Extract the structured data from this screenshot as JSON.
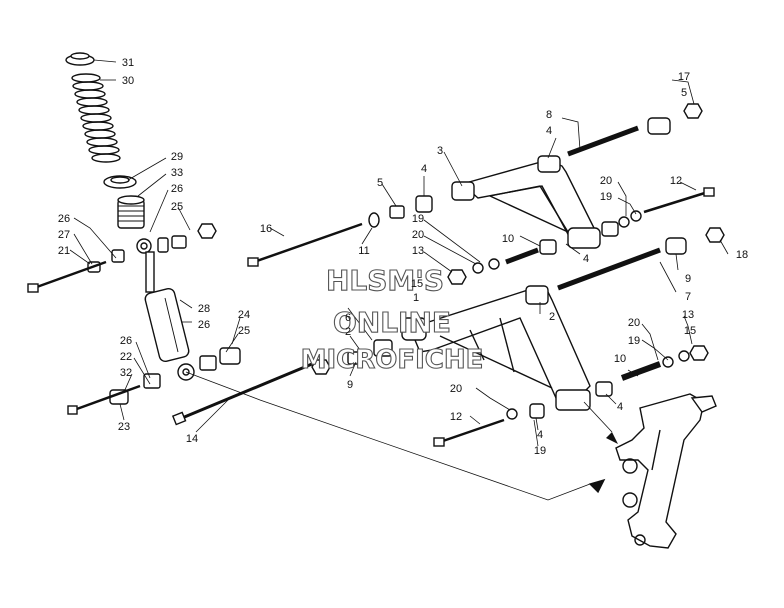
{
  "watermark": {
    "line1": "HLSM'S",
    "line2": "ONLINE",
    "line3": "MICROFICHE"
  },
  "callouts": {
    "c31": "31",
    "c30": "30",
    "c29": "29",
    "c33": "33",
    "c26a": "26",
    "c25a": "25",
    "c26b": "26",
    "c27": "27",
    "c21": "21",
    "c28": "28",
    "c26c": "26",
    "c24": "24",
    "c25b": "25",
    "c26d": "26",
    "c22": "22",
    "c32": "32",
    "c23": "23",
    "c14": "14",
    "c16": "16",
    "c11": "11",
    "c5a": "5",
    "c4a": "4",
    "c3": "3",
    "c4b": "4",
    "c8": "8",
    "c17": "17",
    "c5b": "5",
    "c20a": "20",
    "c19a": "19",
    "c12a": "12",
    "c19b": "19",
    "c20b": "20",
    "c13a": "13",
    "c10a": "10",
    "c4c": "4",
    "c9a": "9",
    "c18": "18",
    "c7": "7",
    "c15a": "15",
    "c1": "1",
    "c2a": "2",
    "c6": "6",
    "c2b": "2",
    "c9b": "9",
    "c20c": "20",
    "c19c": "19",
    "c10b": "10",
    "c13b": "13",
    "c15b": "15",
    "c4d": "4",
    "c20d": "20",
    "c12b": "12",
    "c4e": "4",
    "c19d": "19"
  }
}
